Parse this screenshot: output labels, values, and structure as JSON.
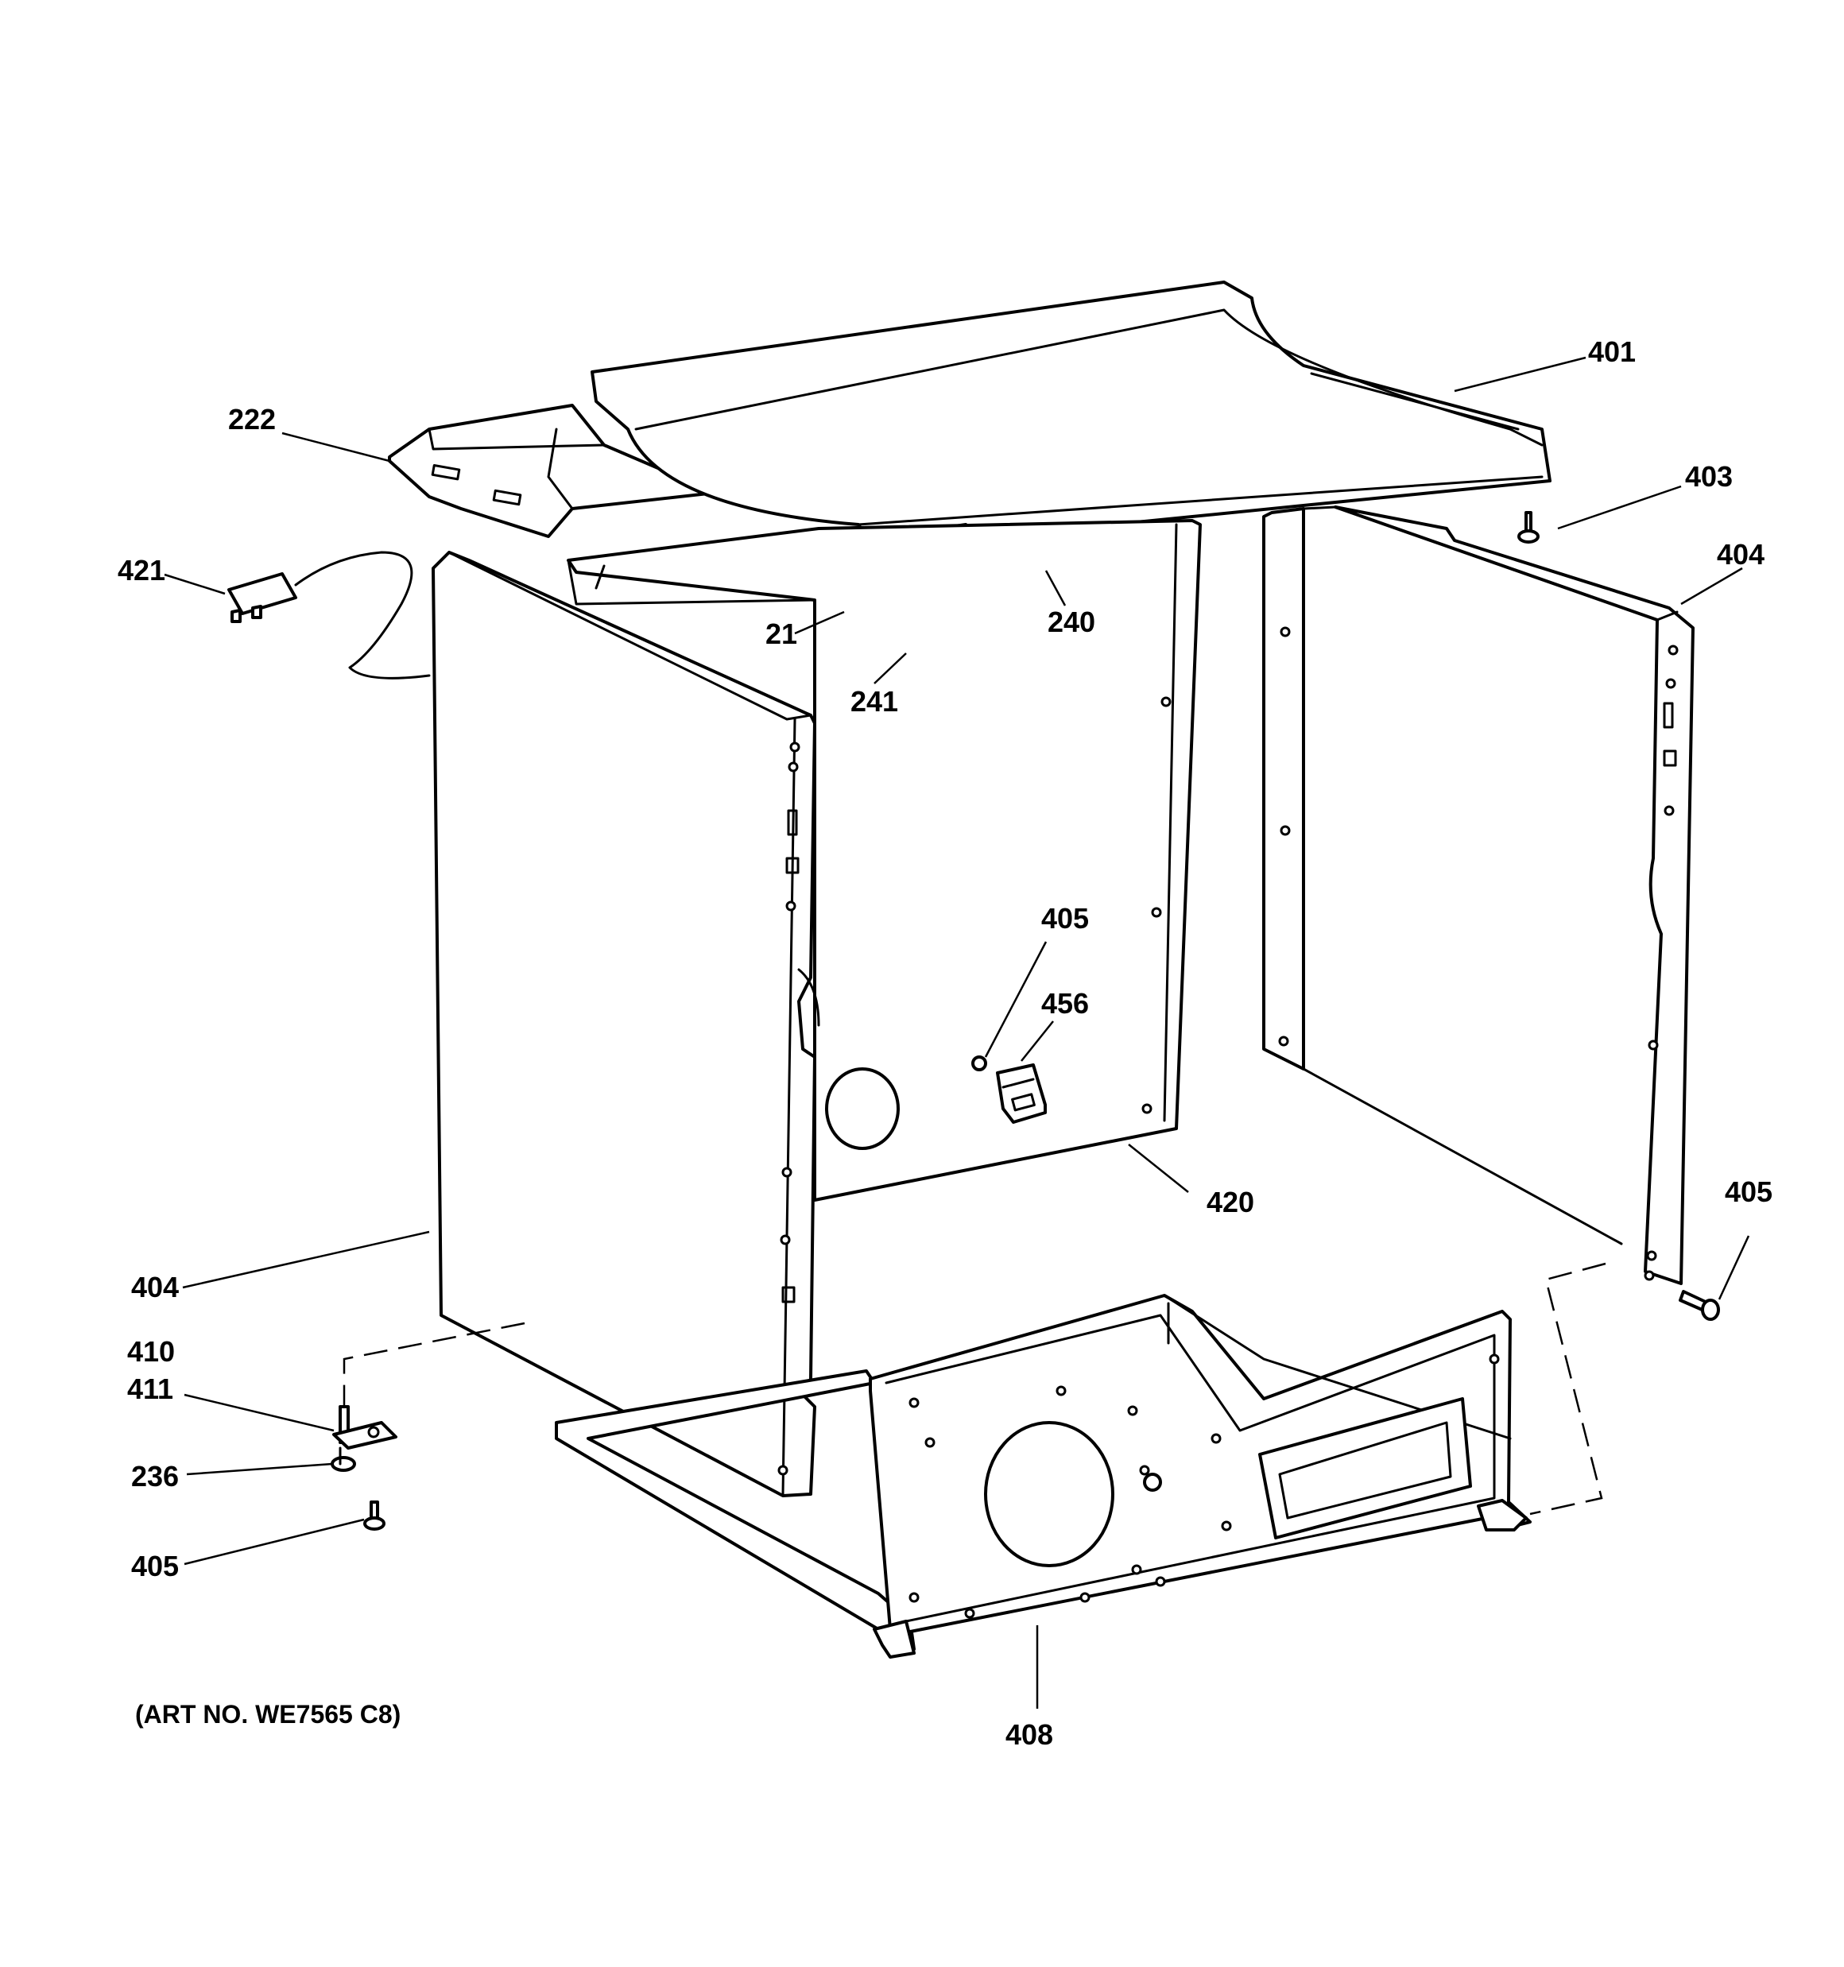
{
  "callouts": [
    {
      "id": "c401",
      "text": "401"
    },
    {
      "id": "c222",
      "text": "222"
    },
    {
      "id": "c403",
      "text": "403"
    },
    {
      "id": "c404a",
      "text": "404"
    },
    {
      "id": "c421",
      "text": "421"
    },
    {
      "id": "c240",
      "text": "240"
    },
    {
      "id": "c21",
      "text": "21"
    },
    {
      "id": "c241",
      "text": "241"
    },
    {
      "id": "c405a",
      "text": "405"
    },
    {
      "id": "c456",
      "text": "456"
    },
    {
      "id": "c420",
      "text": "420"
    },
    {
      "id": "c405b",
      "text": "405"
    },
    {
      "id": "c404b",
      "text": "404"
    },
    {
      "id": "c410",
      "text": "410"
    },
    {
      "id": "c411",
      "text": "411"
    },
    {
      "id": "c236",
      "text": "236"
    },
    {
      "id": "c405c",
      "text": "405"
    },
    {
      "id": "c408",
      "text": "408"
    }
  ],
  "art_number": "(ART NO. WE7565 C8)"
}
